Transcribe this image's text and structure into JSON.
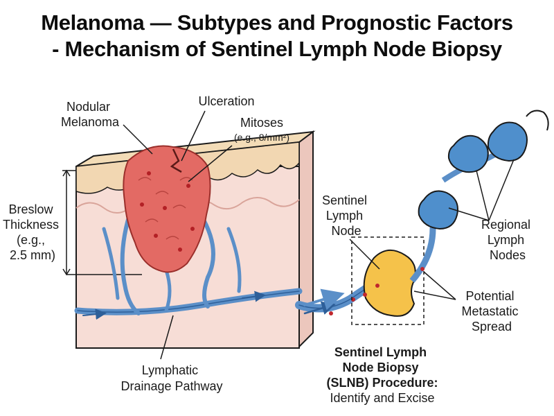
{
  "title": {
    "line1": "Melanoma — Subtypes and Prognostic Factors",
    "line2": "- Mechanism of Sentinel Lymph Node Biopsy"
  },
  "labels": {
    "nodular_melanoma": [
      "Nodular",
      "Melanoma"
    ],
    "ulceration": "Ulceration",
    "mitoses": "Mitoses",
    "mitoses_example": "(e.g., 8/mm²)",
    "breslow": [
      "Breslow",
      "Thickness",
      "(e.g.,",
      "2.5 mm)"
    ],
    "sentinel_node": [
      "Sentinel",
      "Lymph",
      "Node"
    ],
    "regional_nodes": [
      "Regional",
      "Lymph",
      "Nodes"
    ],
    "metastatic_spread": [
      "Potential",
      "Metastatic",
      "Spread"
    ],
    "lymphatic_drainage": [
      "Lymphatic",
      "Drainage Pathway"
    ],
    "slnb_procedure": [
      "Sentinel Lymph",
      "Node Biopsy",
      "(SLNB) Procedure:"
    ],
    "slnb_action": "Identify and Excise"
  },
  "colors": {
    "epidermis": "#f3dcb7",
    "dermis": "#f7ddd6",
    "tumor": "#e36a64",
    "vessel": "#5b8fc8",
    "node": "#f5c24a",
    "regional_node": "#4f8fcc"
  }
}
